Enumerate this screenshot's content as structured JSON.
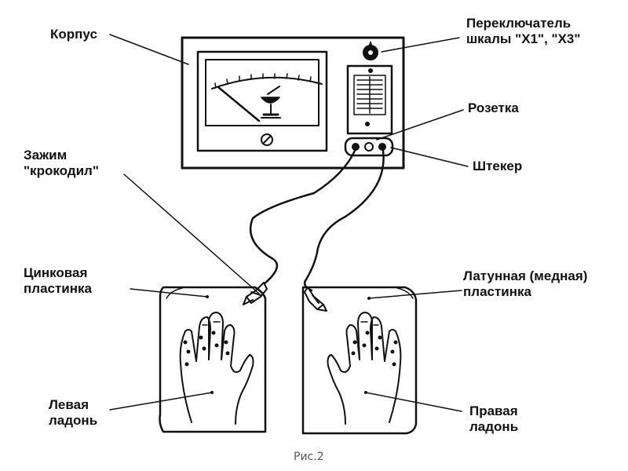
{
  "labels": {
    "korpus": "Корпус",
    "switch": "Переключатель\nшкалы \"X1\", \"X3\"",
    "socket": "Розетка",
    "plug": "Штекер",
    "clip": "Зажим\n\"крокодил\"",
    "zinc": "Цинковая\nпластинка",
    "brass": "Латунная (медная)\nпластинка",
    "left_palm": "Левая\nладонь",
    "right_palm": "Правая\nладонь"
  },
  "caption": "Рис.2",
  "colors": {
    "ink": "#111111",
    "caption": "#555555",
    "paper": "#ffffff"
  }
}
